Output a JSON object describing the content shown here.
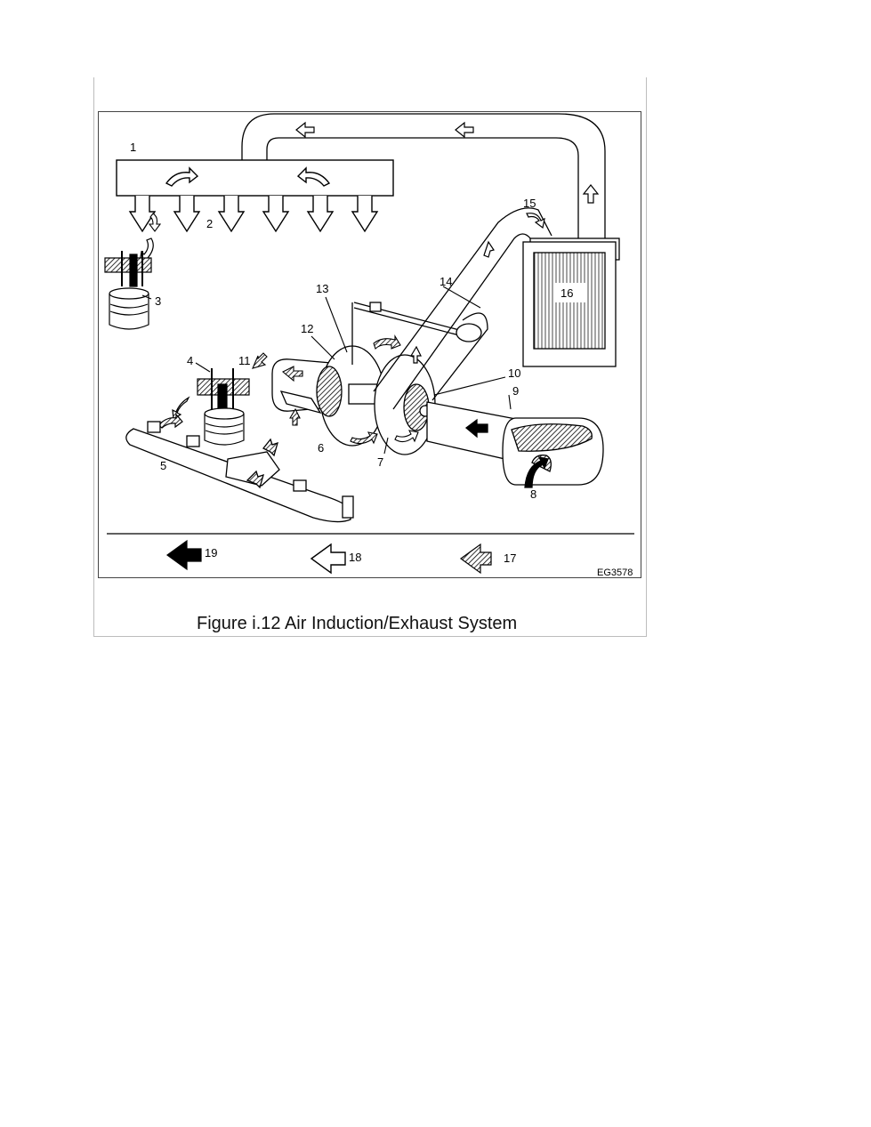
{
  "figure": {
    "caption": "Figure i.12 Air Induction/Exhaust System",
    "code": "EG3578",
    "callouts": {
      "c1": "1",
      "c2": "2",
      "c3": "3",
      "c4": "4",
      "c5": "5",
      "c6": "6",
      "c7": "7",
      "c8": "8",
      "c9": "9",
      "c10": "10",
      "c11": "11",
      "c12": "12",
      "c13": "13",
      "c14": "14",
      "c15": "15",
      "c16": "16",
      "c17": "17",
      "c18": "18",
      "c19": "19"
    }
  },
  "legend": [
    {
      "label": "19",
      "icon": "solid-arrow-icon"
    },
    {
      "label": "18",
      "icon": "outline-arrow-icon"
    },
    {
      "label": "17",
      "icon": "hatched-arrow-icon"
    }
  ],
  "colors": {
    "line": "#000000",
    "background": "#ffffff",
    "frame": "#bdbdbd"
  }
}
